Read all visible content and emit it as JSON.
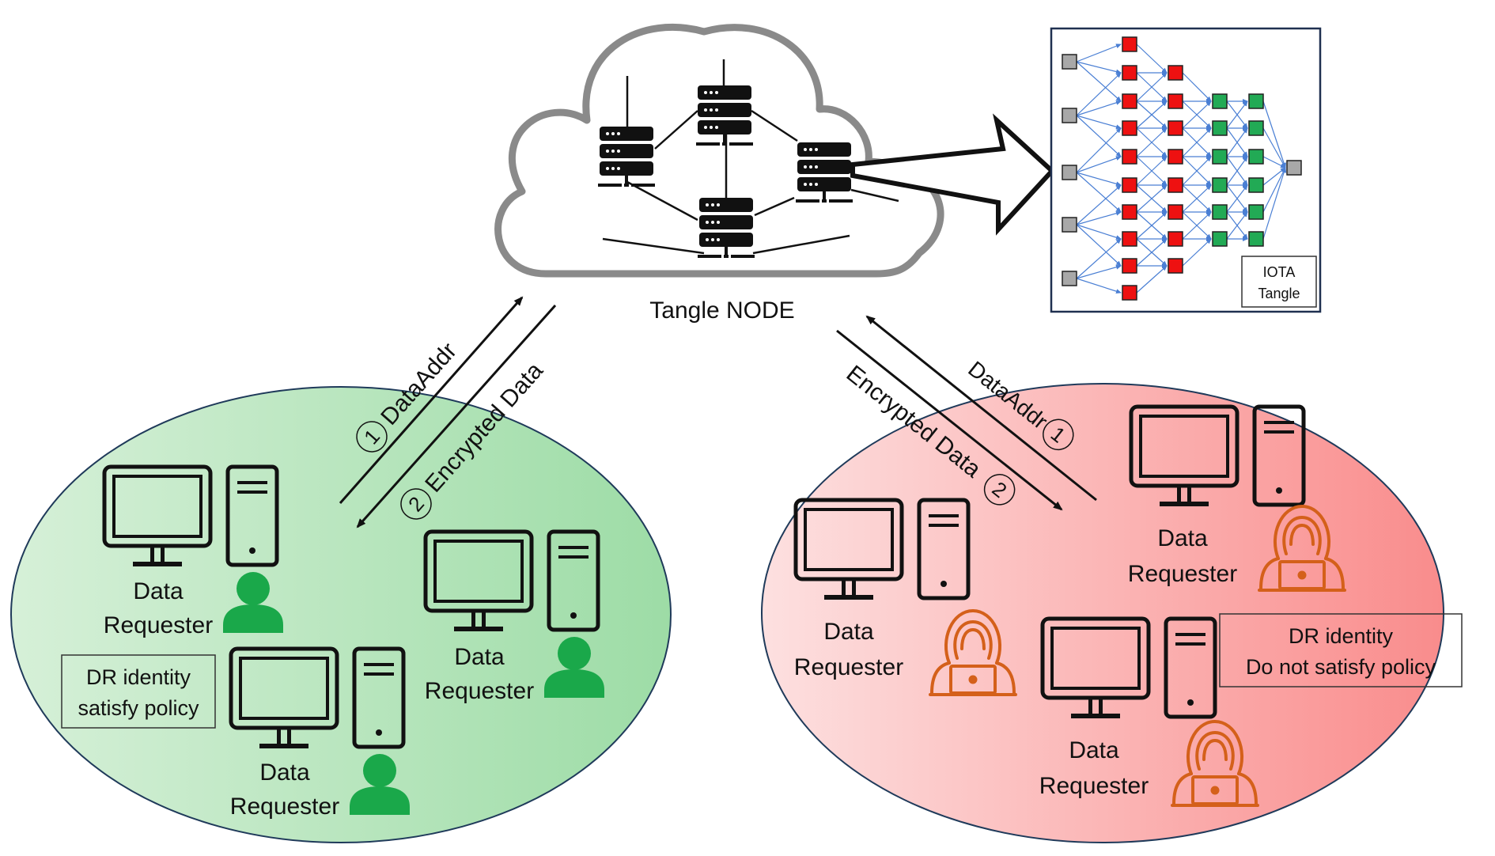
{
  "cloud_label": "Tangle NODE",
  "tangle_box": {
    "line1": "IOTA",
    "line2": "Tangle"
  },
  "left_arrows": {
    "up_label": "DataAddr",
    "up_step": "1",
    "down_label": "Encrypted Data",
    "down_step": "2"
  },
  "right_arrows": {
    "up_label": "DataAddr",
    "up_step": "1",
    "down_label": "Encrypted Data",
    "down_step": "2"
  },
  "left_group": {
    "fill_color": "#a8e0b0",
    "person_color": "#1aa84a",
    "policy_line1": "DR identity",
    "policy_line2": "satisfy policy",
    "requesters": [
      {
        "line1": "Data",
        "line2": "Requester"
      },
      {
        "line1": "Data",
        "line2": "Requester"
      },
      {
        "line1": "Data",
        "line2": "Requester"
      }
    ]
  },
  "right_group": {
    "fill_color": "#f99a9a",
    "hacker_color": "#d4601a",
    "policy_line1": "DR identity",
    "policy_line2": "Do not satisfy policy",
    "requesters": [
      {
        "line1": "Data",
        "line2": "Requester"
      },
      {
        "line1": "Data",
        "line2": "Requester"
      },
      {
        "line1": "Data",
        "line2": "Requester"
      }
    ]
  },
  "tangle_colors": {
    "grey": "#a8a8a8",
    "red": "#ee1111",
    "green": "#22aa55",
    "edge": "#4a7fd4"
  }
}
